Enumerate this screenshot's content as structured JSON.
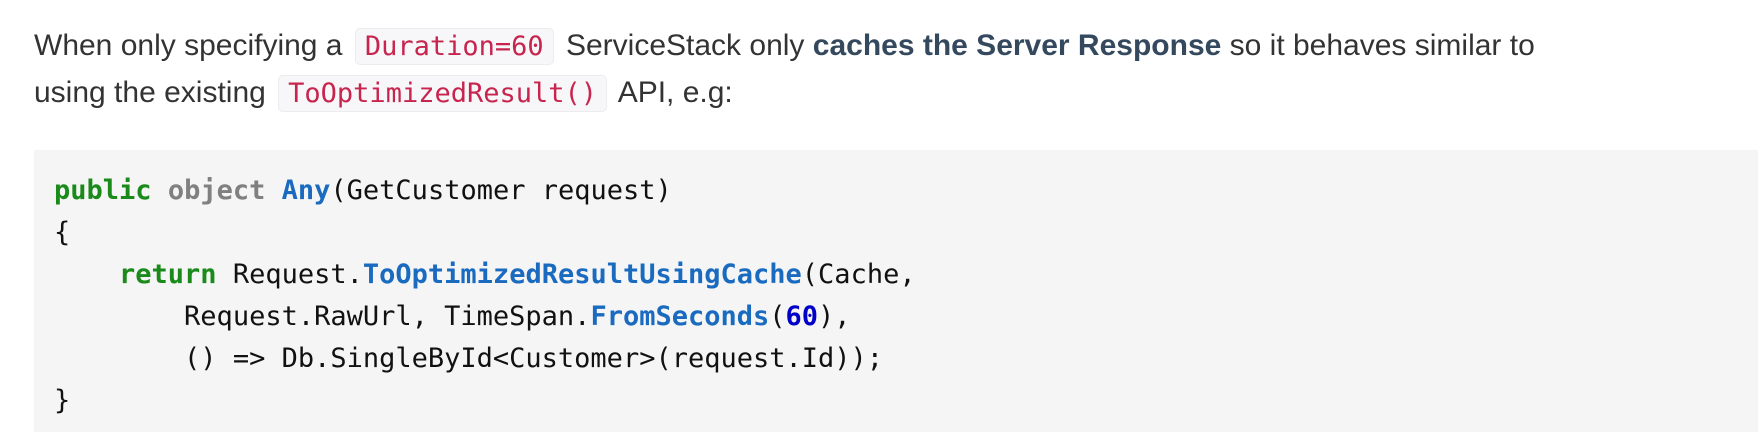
{
  "paragraph": {
    "line1": {
      "t1": "When only specifying a ",
      "code1": "Duration=60",
      "t2": " ServiceStack only ",
      "bold": "caches the Server Response",
      "t3": " so it behaves similar to"
    },
    "line2": {
      "t1": "using the existing ",
      "code1": "ToOptimizedResult()",
      "t2": " API, e.g:"
    }
  },
  "code": {
    "line1": {
      "kw_public": "public",
      "kw_object": "object",
      "fn_any": "Any",
      "rest": "(GetCustomer request)"
    },
    "line2": {
      "brace_open": "{"
    },
    "line3": {
      "indent": "    ",
      "kw_return": "return",
      "t1": " Request.",
      "fn": "ToOptimizedResultUsingCache",
      "t2": "(Cache,"
    },
    "line4": {
      "indent": "        ",
      "t1": "Request.RawUrl, TimeSpan.",
      "fn": "FromSeconds",
      "t2": "(",
      "num": "60",
      "t3": "),"
    },
    "line5": {
      "indent": "        ",
      "t1": "() => Db.SingleById<Customer>(request.Id));"
    },
    "line6": {
      "brace_close": "}"
    }
  },
  "colors": {
    "keyword": "#1a8a1a",
    "type": "#808080",
    "function": "#1a6bbf",
    "number": "#0000c8",
    "inline_code": "#c7254e",
    "code_bg": "#f5f5f5"
  }
}
